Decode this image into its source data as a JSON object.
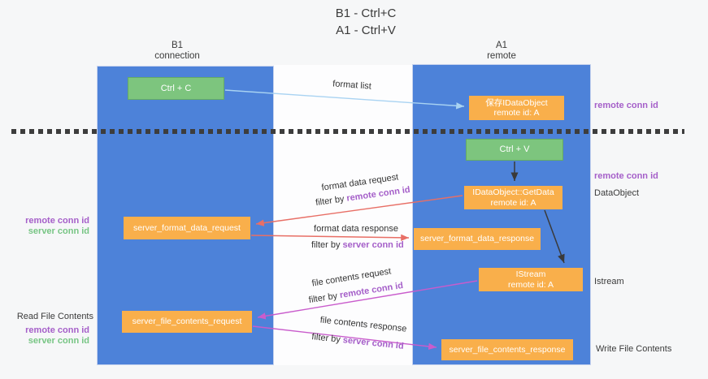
{
  "title": {
    "line1": "B1 - Ctrl+C",
    "line2": "A1 - Ctrl+V"
  },
  "lanes": {
    "b1": {
      "title": "B1",
      "subtitle": "connection"
    },
    "a1": {
      "title": "A1",
      "subtitle": "remote"
    }
  },
  "nodes": {
    "ctrl_c": {
      "label": "Ctrl + C"
    },
    "save_idataobject": {
      "line1": "保存IDataObject",
      "line2": "remote id: A"
    },
    "ctrl_v": {
      "label": "Ctrl + V"
    },
    "getdata": {
      "line1": "IDataObject::GetData",
      "line2": "remote id: A"
    },
    "server_format_data_request": {
      "label": "server_format_data_request"
    },
    "server_format_data_response": {
      "label": "server_format_data_response"
    },
    "istream": {
      "line1": "IStream",
      "line2": "remote id: A"
    },
    "server_file_contents_request": {
      "label": "server_file_contents_request"
    },
    "server_file_contents_response": {
      "label": "server_file_contents_response"
    }
  },
  "edge_labels": {
    "format_list": "format list",
    "format_data_request": "format data request",
    "format_data_response": "format data response",
    "file_contents_request": "file contents request",
    "file_contents_response": "file contents response",
    "filter_by": "filter by",
    "remote_conn_id": "remote conn id",
    "server_conn_id": "server conn id"
  },
  "side_labels": {
    "left_remote_conn_id_1": "remote conn id",
    "left_server_conn_id_1": "server conn id",
    "read_file_contents": "Read File Contents",
    "left_remote_conn_id_2": "remote conn id",
    "left_server_conn_id_2": "server conn id",
    "right_remote_conn_id_1": "remote conn id",
    "right_remote_conn_id_2": "remote conn id",
    "dataobject": "DataObject",
    "istream": "Istream",
    "write_file_contents": "Write File Contents"
  },
  "colors": {
    "lane_blue": "#4d82d9",
    "box_orange": "#f9af4b",
    "box_green": "#7dc57e",
    "arrow_blue": "#a9d3f2",
    "arrow_salmon": "#e86f66",
    "arrow_magenta": "#c95ccc",
    "arrow_black": "#3a3a3a",
    "text_purple": "#a55fc9",
    "text_green": "#77c584"
  }
}
